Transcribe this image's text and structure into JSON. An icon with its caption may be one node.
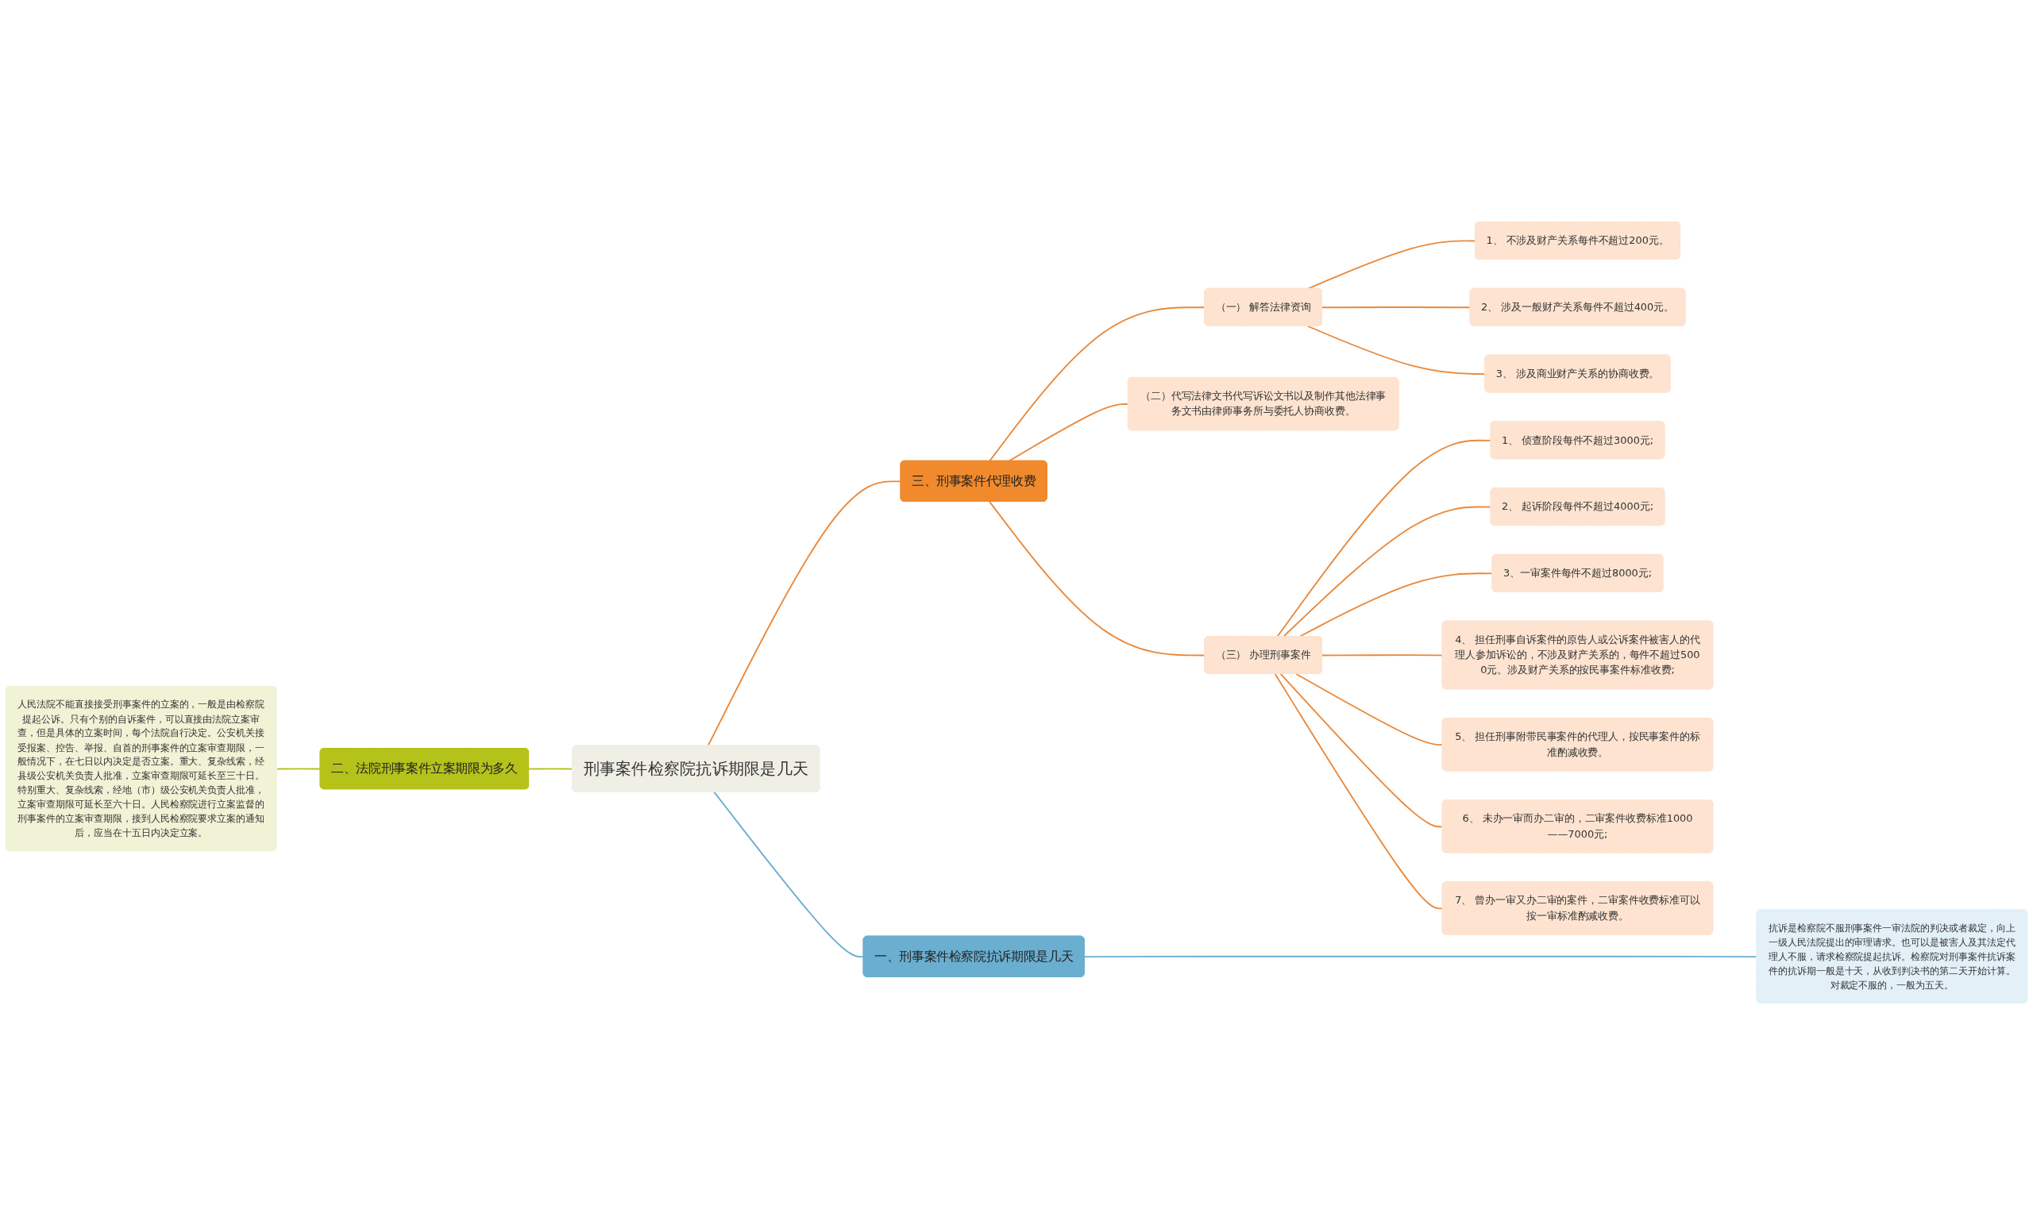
{
  "diagram": {
    "nodes": [
      {
        "text": [
          "刑事案件检察院抗诉期限是几天"
        ]
      },
      {
        "text": [
          "一、刑事案件检察院抗诉期限是几天"
        ]
      },
      {
        "text": [
          "抗诉是检察院不服刑事案件一审法院的判决或者裁定，向上一级人民法院提出的审理请求。也可以是被害人及其法定代理人不服，请求检察院提起抗诉。检察院对刑事案件抗诉案件的抗诉期一般是十天，从收到判决书的第二天开始计算。对裁定不服的，一般为五天。"
        ]
      },
      {
        "text": [
          "二、法院刑事案件立案期限为多久"
        ]
      },
      {
        "text": [
          "人民法院不能直接接受刑事案件的立案的，一般是由检察院提起公诉。只有个别的自诉案件，可以直接由法院立案审查，但是具体的立案时间，每个法院自行决定。公安机关接受报案、控告、举报、自首的刑事案件的立案审查期限，一般情况下，在七日以内决定是否立案。重大、复杂线索，经县级公安机关负责人批准，立案审查期限可延长至三十日。特别重大、复杂线索，经地（市）级公安机关负责人批准，立案审查期限可延长至六十日。人民检察院进行立案监督的刑事案件的立案审查期限，接到人民检察院要求立案的通知后，应当在十五日内决定立案。"
        ]
      },
      {
        "text": [
          "三、刑事案件代理收费"
        ]
      },
      {
        "text": [
          "（一） 解答法律资询"
        ]
      },
      {
        "text": [
          "1、 不涉及财产关系每件不超过200元。"
        ]
      },
      {
        "text": [
          "2、 涉及一般财产关系每件不超过400元。"
        ]
      },
      {
        "text": [
          "3、 涉及商业财产关系的协商收费。"
        ]
      },
      {
        "text": [
          "（二）代写法律文书代写诉讼文书以及制作其他法律事务文书由律师事务所与委托人协商收费。"
        ]
      },
      {
        "text": [
          "（三） 办理刑事案件"
        ]
      },
      {
        "text": [
          "1、 侦查阶段每件不超过3000元;"
        ]
      },
      {
        "text": [
          "2、 起诉阶段每件不超过4000元;"
        ]
      },
      {
        "text": [
          "3、一审案件每件不超过8000元;"
        ]
      },
      {
        "text": [
          "4、 担任刑事自诉案件的原告人或公诉案件被害人的代理人参加诉讼的，不涉及财产关系的，每件不超过5000元。涉及财产关系的按民事案件标准收费;"
        ]
      },
      {
        "text": [
          "5、 担任刑事附带民事案件的代理人，按民事案件的标准酌减收费。"
        ]
      },
      {
        "text": [
          "6、 未办一审而办二审的，二审案件收费标准1000——7000元;"
        ]
      },
      {
        "text": [
          "7、 曾办一审又办二审的案件，二审案件收费标准可以按一审标准酌减收费。"
        ]
      }
    ],
    "edges": [
      {
        "from": 0,
        "to": 1,
        "arrow": "none",
        "color": "#6aaed0"
      },
      {
        "from": 1,
        "to": 2,
        "arrow": "none",
        "color": "#6aaed0"
      },
      {
        "from": 3,
        "to": 0,
        "arrow": "none",
        "color": "#b5c21a"
      },
      {
        "from": 4,
        "to": 3,
        "arrow": "none",
        "color": "#b5c21a"
      },
      {
        "from": 0,
        "to": 5,
        "arrow": "none"
      },
      {
        "from": 5,
        "to": 6,
        "arrow": "none"
      },
      {
        "from": 6,
        "to": 7,
        "arrow": "none"
      },
      {
        "from": 6,
        "to": 8,
        "arrow": "none"
      },
      {
        "from": 6,
        "to": 9,
        "arrow": "none"
      },
      {
        "from": 5,
        "to": 10,
        "arrow": "none"
      },
      {
        "from": 5,
        "to": 11,
        "arrow": "none"
      },
      {
        "from": 11,
        "to": 12,
        "arrow": "none"
      },
      {
        "from": 11,
        "to": 13,
        "arrow": "none"
      },
      {
        "from": 11,
        "to": 14,
        "arrow": "none"
      },
      {
        "from": 11,
        "to": 15,
        "arrow": "none"
      },
      {
        "from": 11,
        "to": 16,
        "arrow": "none"
      },
      {
        "from": 11,
        "to": 17,
        "arrow": "none"
      },
      {
        "from": 11,
        "to": 18,
        "arrow": "none"
      }
    ]
  }
}
